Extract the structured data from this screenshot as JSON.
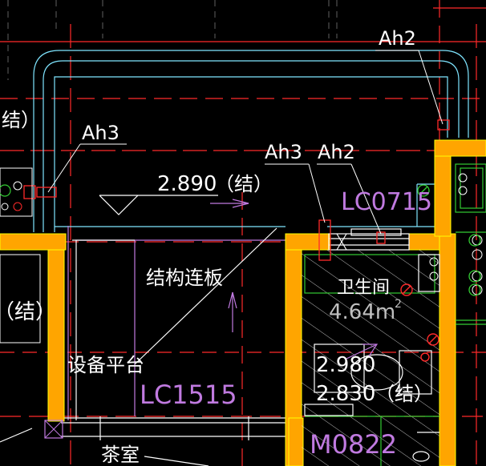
{
  "drawing": {
    "colors": {
      "background": "#000000",
      "wall_fill": "#FFA500",
      "wall_outline": "#FFFF00",
      "axis_red": "#FF2A2A",
      "cyan": "#7FE5FF",
      "white": "#FFFFFF",
      "magenta": "#C07AE0",
      "green": "#33CC33",
      "gray_label": "#BFBFBF"
    },
    "labels": {
      "ah2_top": "Ah2",
      "ah3_left": "Ah3",
      "ah3_mid": "Ah3",
      "ah2_mid": "Ah2",
      "elevation_main": "2.890",
      "elevation_main_note": "（结）",
      "window_lc0715": "LC0715",
      "structural_slab": "结构连板",
      "bathroom": "卫生间",
      "bathroom_area": "4.64m",
      "area_superscript": "2",
      "left_edge_note": "结）",
      "left_mid_note": "（结）",
      "equipment_platform": "设备平台",
      "window_lc1515": "LC1515",
      "elevation_bath_1": "2.980",
      "elevation_bath_2": "2.830",
      "bath_note": "（结）",
      "door_m0822": "M0822",
      "tea_room": "茶室"
    }
  }
}
